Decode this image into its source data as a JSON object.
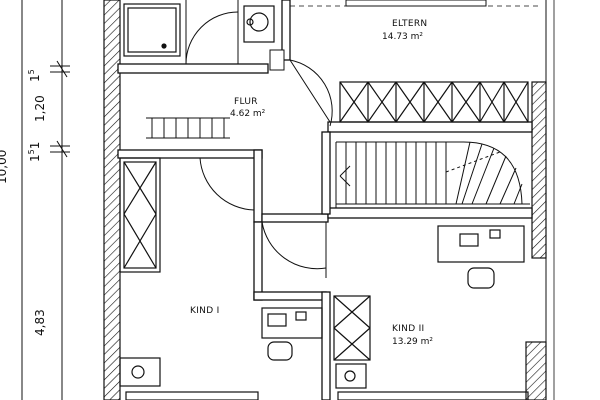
{
  "rooms": {
    "eltern": {
      "name": "ELTERN",
      "area": "14.73 m²"
    },
    "flur": {
      "name": "FLUR",
      "area": "4.62 m²"
    },
    "kind1": {
      "name": "KIND I"
    },
    "kind2": {
      "name": "KIND II",
      "area": "13.29 m²"
    }
  },
  "dimensions": {
    "d_1_5_top": "1",
    "d_5_top": "5",
    "d_1_5_a": "1",
    "d_120": "1,20",
    "d_1_5_b": "1",
    "d_5_bot": "5",
    "d_1_5_c": "1",
    "d_483": "4,83",
    "d_cut": "10,00"
  },
  "colors": {
    "line": "#111111",
    "paper": "#ffffff"
  }
}
